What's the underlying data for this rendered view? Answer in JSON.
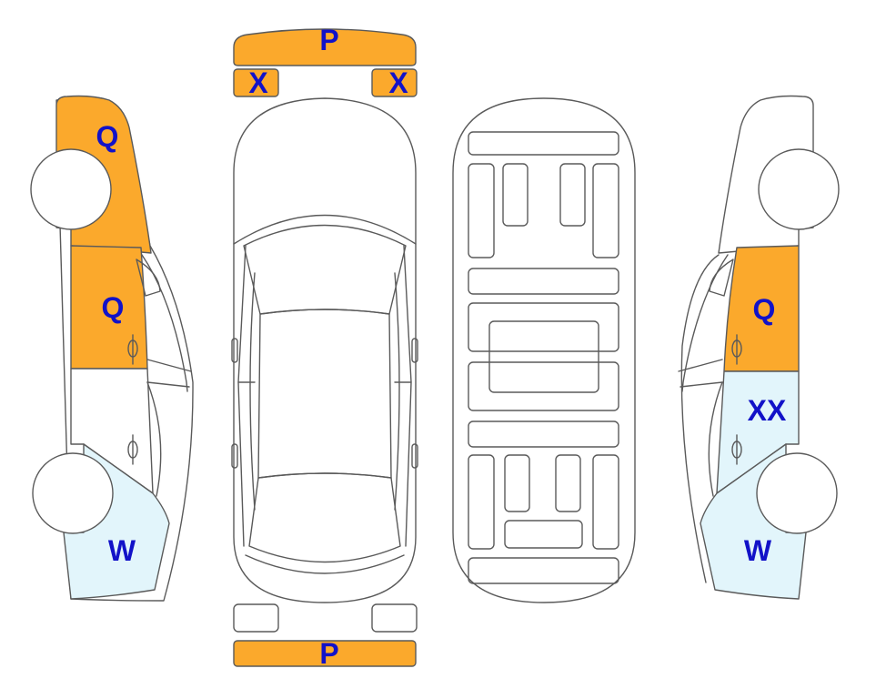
{
  "colors": {
    "damage_orange": "#FBA92C",
    "damage_light_blue": "#E2F5FB",
    "label_blue": "#1212C8",
    "outline": "#5a5a5a",
    "panel_white": "#ffffff"
  },
  "labels": {
    "front_bumper": "P",
    "left_headlight": "X",
    "right_headlight": "X",
    "rear_bumper": "P",
    "left_front_fender": "Q",
    "left_front_door": "Q",
    "left_rear_quarter": "W",
    "right_front_door": "Q",
    "right_rear_door": "XX",
    "right_rear_quarter": "W"
  },
  "panels": {
    "front_bumper": "damaged",
    "left_headlight": "damaged",
    "right_headlight": "damaged",
    "rear_bumper": "damaged",
    "left_rear_light": "ok",
    "right_rear_light": "ok",
    "left_front_fender": "damaged",
    "left_front_door": "damaged",
    "left_rear_door": "ok",
    "left_rear_quarter": "minor",
    "right_front_fender": "ok",
    "right_front_door": "damaged",
    "right_rear_door": "minor",
    "right_rear_quarter": "minor"
  }
}
